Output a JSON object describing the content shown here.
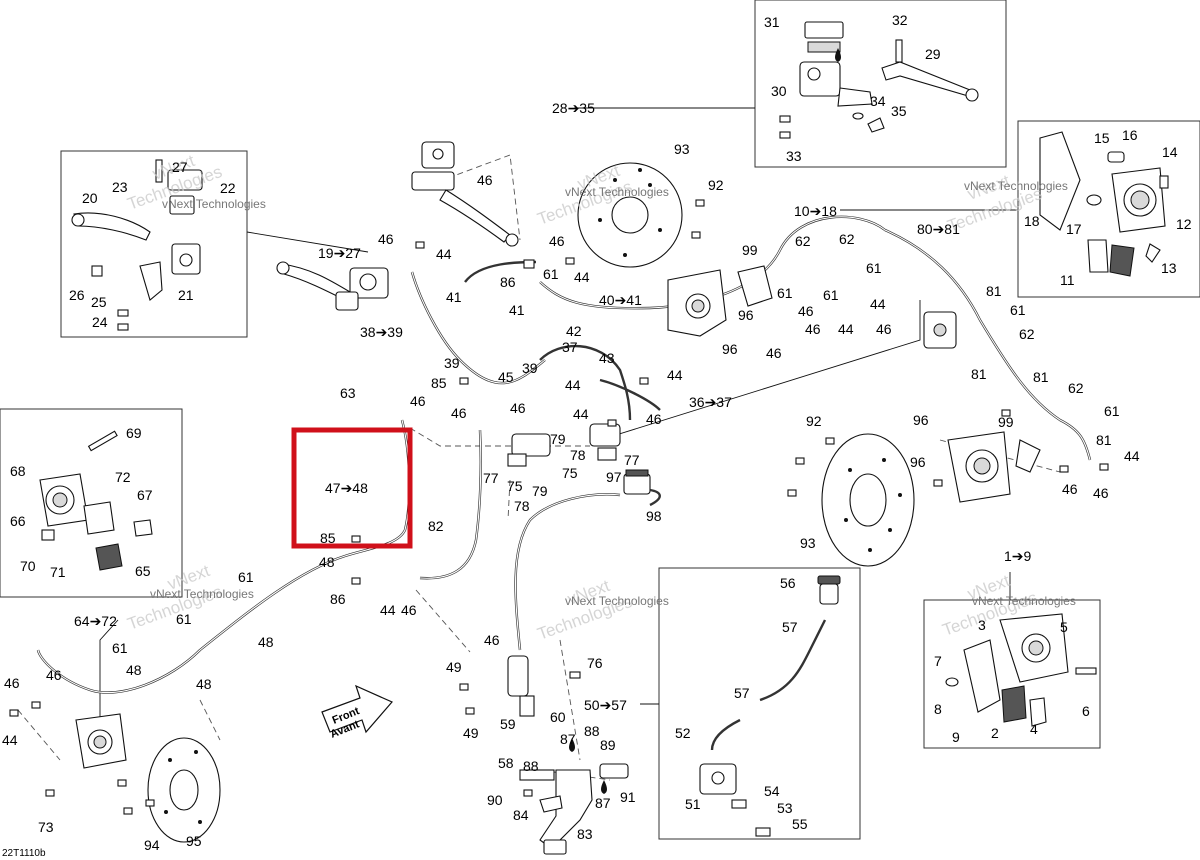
{
  "drawing_ref": "22T1110b",
  "direction_arrow": {
    "line1": "Front",
    "line2": "Avant"
  },
  "watermark": {
    "line1": "vNext",
    "line2": "Technologies",
    "inline": "vNext Technologies"
  },
  "highlight": {
    "label": "47➔48",
    "color": "#d0101a"
  },
  "labels": {
    "l1": "1➔9",
    "l2": "2",
    "l3": "3",
    "l4": "4",
    "l5": "5",
    "l6": "6",
    "l7": "7",
    "l8": "8",
    "l9": "9",
    "l10_18": "10➔18",
    "l11": "11",
    "l12": "12",
    "l13": "13",
    "l14": "14",
    "l15": "15",
    "l16": "16",
    "l17": "17",
    "l18": "18",
    "l19_27": "19➔27",
    "l20": "20",
    "l21": "21",
    "l22": "22",
    "l23": "23",
    "l24": "24",
    "l25": "25",
    "l26": "26",
    "l27": "27",
    "l28_35": "28➔35",
    "l29": "29",
    "l30": "30",
    "l31": "31",
    "l32": "32",
    "l33": "33",
    "l34": "34",
    "l35": "35",
    "l36_37": "36➔37",
    "l37": "37",
    "l38_39": "38➔39",
    "l39": "39",
    "l40_41": "40➔41",
    "l41": "41",
    "l42": "42",
    "l43": "43",
    "l44": "44",
    "l45": "45",
    "l46": "46",
    "l48": "48",
    "l49": "49",
    "l50_57": "50➔57",
    "l51": "51",
    "l52": "52",
    "l53": "53",
    "l54": "54",
    "l55": "55",
    "l56": "56",
    "l57": "57",
    "l58": "58",
    "l59": "59",
    "l60": "60",
    "l61": "61",
    "l62": "62",
    "l63": "63",
    "l64_72": "64➔72",
    "l65": "65",
    "l66": "66",
    "l67": "67",
    "l68": "68",
    "l69": "69",
    "l70": "70",
    "l71": "71",
    "l72": "72",
    "l73": "73",
    "l75": "75",
    "l76": "76",
    "l77": "77",
    "l78": "78",
    "l79": "79",
    "l80_81": "80➔81",
    "l81": "81",
    "l82": "82",
    "l83": "83",
    "l84": "84",
    "l85": "85",
    "l86": "86",
    "l87": "87",
    "l88": "88",
    "l89": "89",
    "l90": "90",
    "l91": "91",
    "l92": "92",
    "l93": "93",
    "l94": "94",
    "l95": "95",
    "l96": "96",
    "l97": "97",
    "l98": "98",
    "l99": "99"
  }
}
